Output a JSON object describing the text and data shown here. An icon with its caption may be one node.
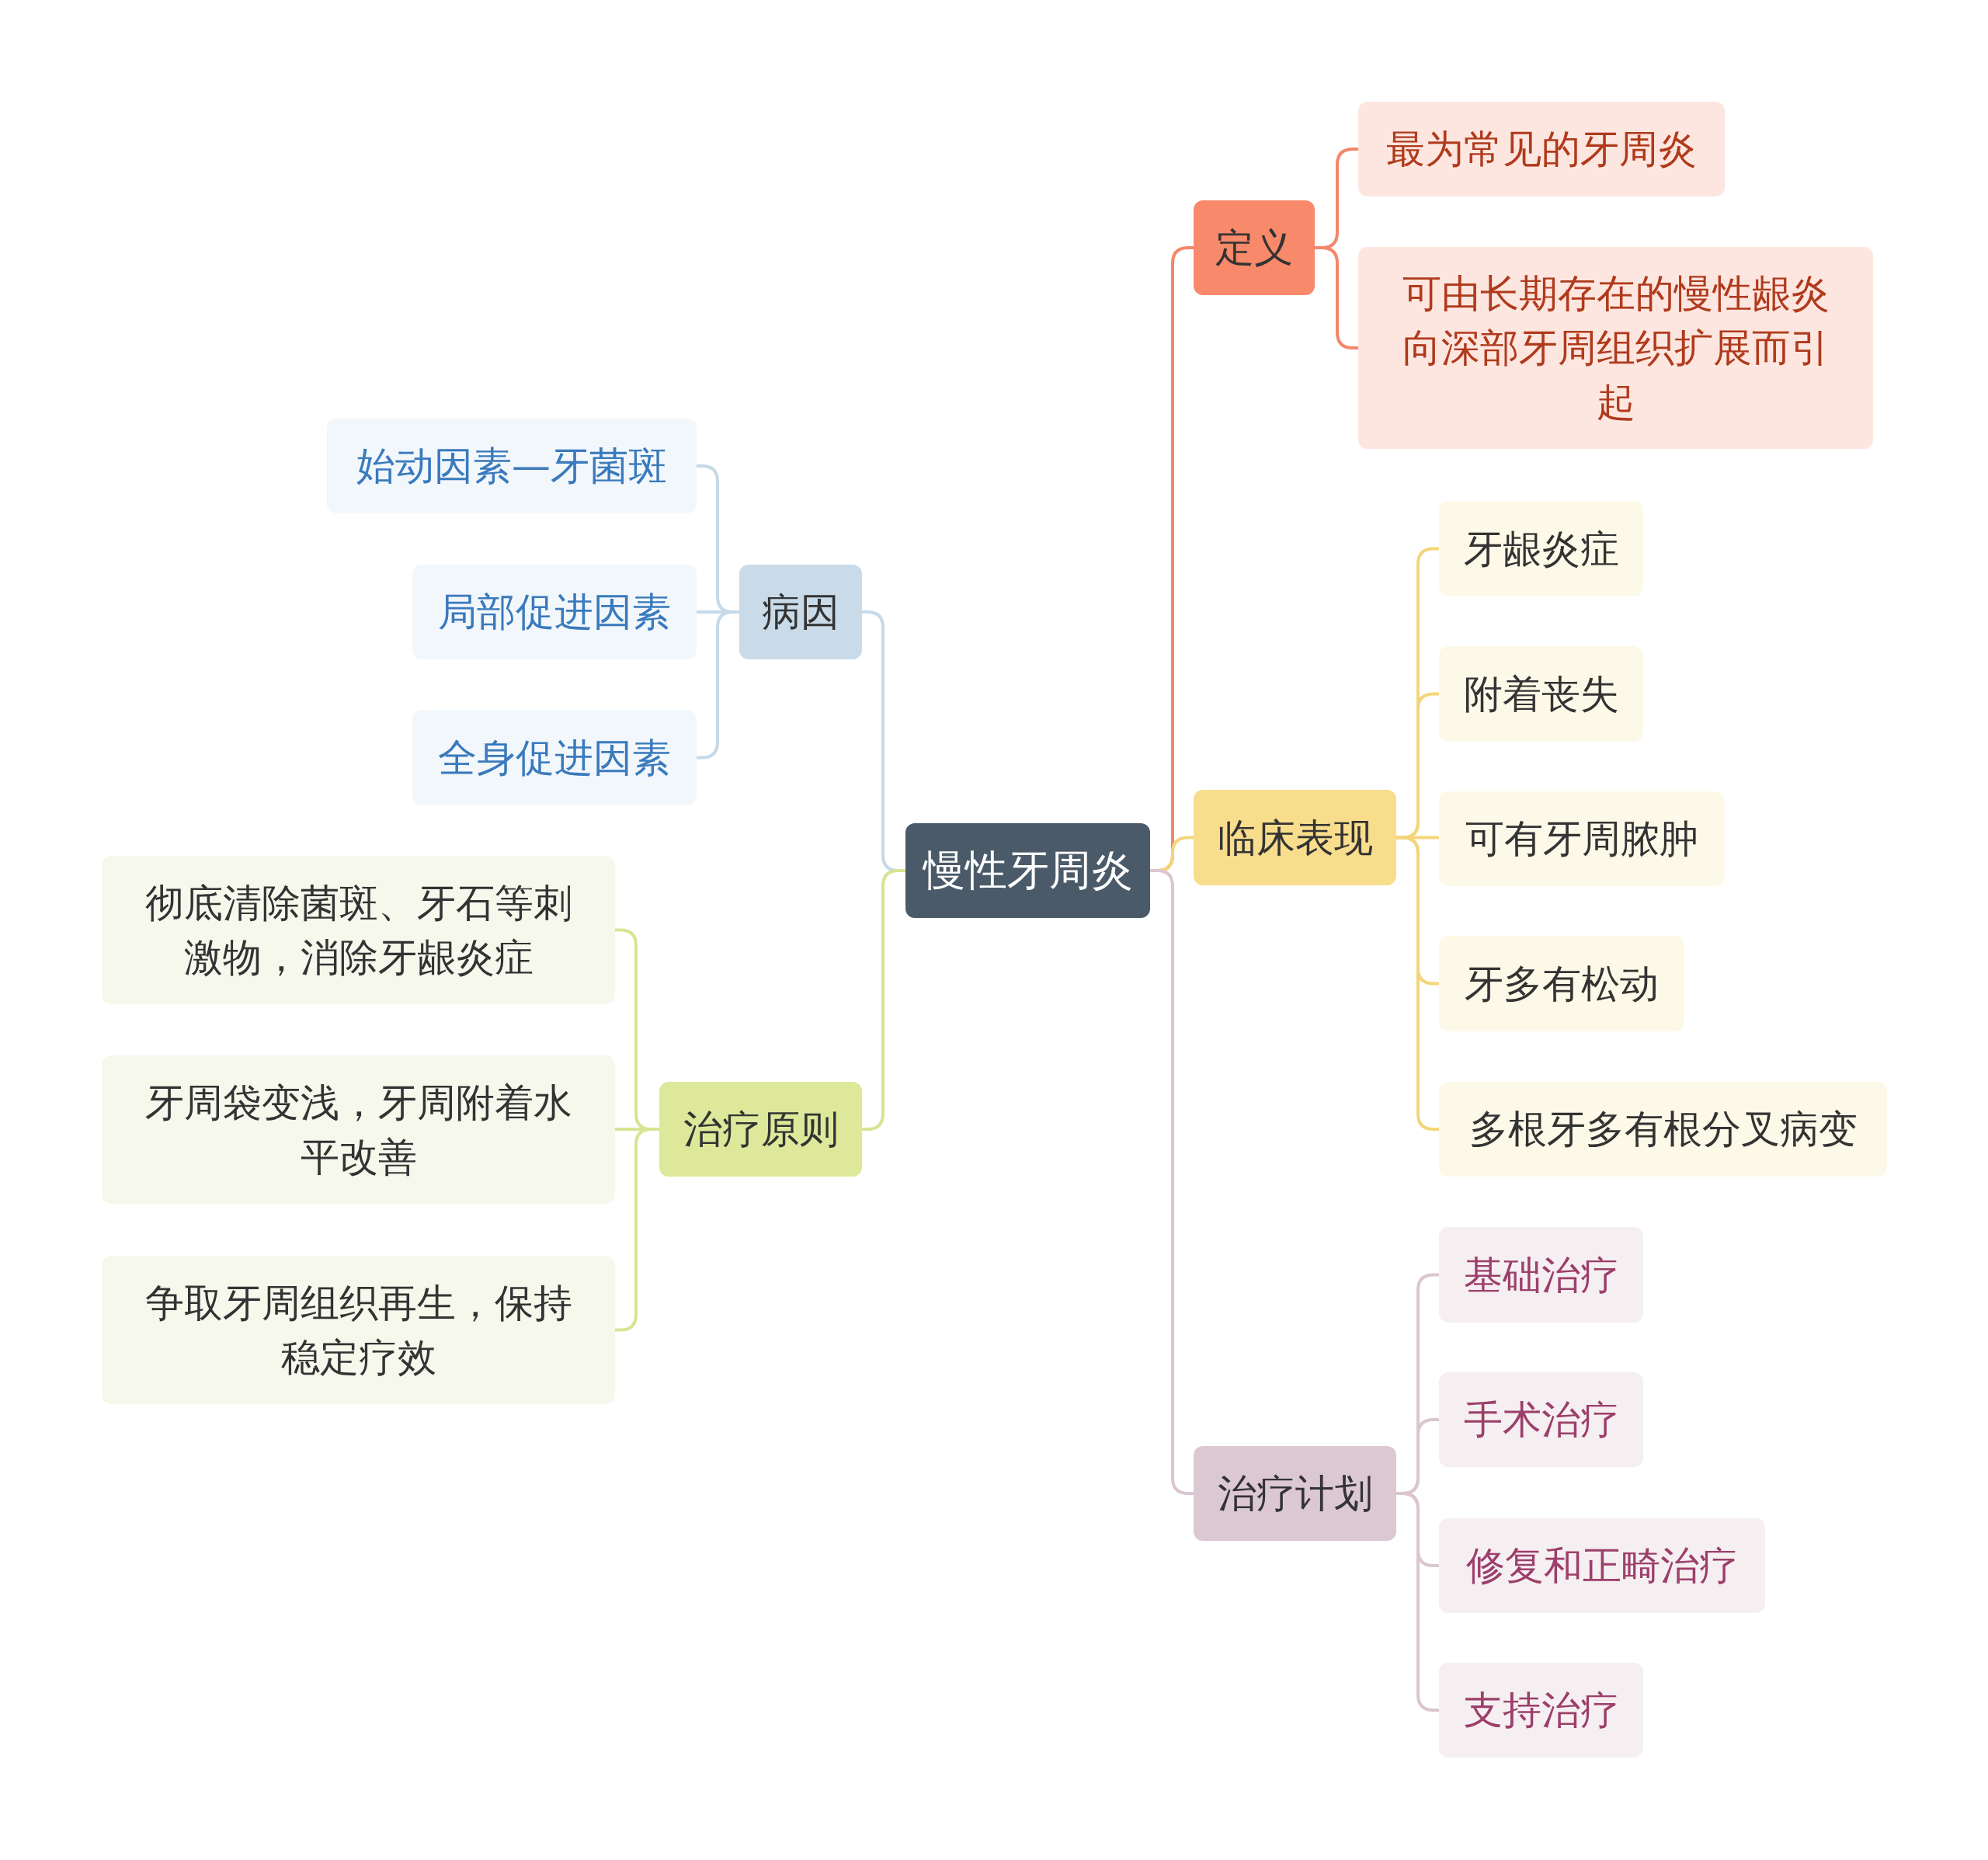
{
  "diagram": {
    "nodes": [
      {
        "text": [
          "慢性牙周炎"
        ]
      },
      {
        "text": [
          "定义"
        ]
      },
      {
        "text": [
          "最为常见的牙周炎"
        ]
      },
      {
        "text": [
          "可由长期存在的慢性龈炎向深部牙周组织扩展而引起"
        ]
      },
      {
        "text": [
          "临床表现"
        ]
      },
      {
        "text": [
          "牙龈炎症"
        ]
      },
      {
        "text": [
          "附着丧失"
        ]
      },
      {
        "text": [
          "可有牙周脓肿"
        ]
      },
      {
        "text": [
          "牙多有松动"
        ]
      },
      {
        "text": [
          "多根牙多有根分叉病变"
        ]
      },
      {
        "text": [
          "治疗计划"
        ]
      },
      {
        "text": [
          "基础治疗"
        ]
      },
      {
        "text": [
          "手术治疗"
        ]
      },
      {
        "text": [
          "修复和正畸治疗"
        ]
      },
      {
        "text": [
          "支持治疗"
        ]
      },
      {
        "text": [
          "病因"
        ]
      },
      {
        "text": [
          "始动因素—牙菌斑"
        ]
      },
      {
        "text": [
          "局部促进因素"
        ]
      },
      {
        "text": [
          "全身促进因素"
        ]
      },
      {
        "text": [
          "治疗原则"
        ]
      },
      {
        "text": [
          "彻底清除菌斑、牙石等刺激物，消除牙龈炎症"
        ]
      },
      {
        "text": [
          "牙周袋变浅，牙周附着水平改善"
        ]
      },
      {
        "text": [
          "争取牙周组织再生，保持稳定疗效"
        ]
      }
    ],
    "edges": [
      {
        "from": 0,
        "to": 1,
        "arrow": "none",
        "color": "#f4876a"
      },
      {
        "from": 1,
        "to": 2,
        "arrow": "none",
        "color": "#f4876a"
      },
      {
        "from": 1,
        "to": 3,
        "arrow": "none",
        "color": "#f4876a"
      },
      {
        "from": 0,
        "to": 4,
        "arrow": "none",
        "color": "#f3d67a"
      },
      {
        "from": 4,
        "to": 5,
        "arrow": "none",
        "color": "#f3d67a"
      },
      {
        "from": 4,
        "to": 6,
        "arrow": "none",
        "color": "#f3d67a"
      },
      {
        "from": 4,
        "to": 7,
        "arrow": "none",
        "color": "#f3d67a"
      },
      {
        "from": 4,
        "to": 8,
        "arrow": "none",
        "color": "#f3d67a"
      },
      {
        "from": 4,
        "to": 9,
        "arrow": "none",
        "color": "#f3d67a"
      },
      {
        "from": 0,
        "to": 10,
        "arrow": "none",
        "color": "#dbc6cf"
      },
      {
        "from": 10,
        "to": 11,
        "arrow": "none",
        "color": "#dbc6cf"
      },
      {
        "from": 10,
        "to": 12,
        "arrow": "none",
        "color": "#dbc6cf"
      },
      {
        "from": 10,
        "to": 13,
        "arrow": "none",
        "color": "#dbc6cf"
      },
      {
        "from": 10,
        "to": 14,
        "arrow": "none",
        "color": "#dbc6cf"
      },
      {
        "from": 0,
        "to": 15,
        "arrow": "none",
        "color": "#c6d9e8"
      },
      {
        "from": 15,
        "to": 16,
        "arrow": "none",
        "color": "#c6d9e8"
      },
      {
        "from": 15,
        "to": 17,
        "arrow": "none",
        "color": "#c6d9e8"
      },
      {
        "from": 15,
        "to": 18,
        "arrow": "none",
        "color": "#c6d9e8"
      },
      {
        "from": 0,
        "to": 19,
        "arrow": "none",
        "color": "#d7e592"
      },
      {
        "from": 19,
        "to": 20,
        "arrow": "none",
        "color": "#d7e592"
      },
      {
        "from": 19,
        "to": 21,
        "arrow": "none",
        "color": "#d7e592"
      },
      {
        "from": 19,
        "to": 22,
        "arrow": "none",
        "color": "#d7e592"
      }
    ]
  }
}
